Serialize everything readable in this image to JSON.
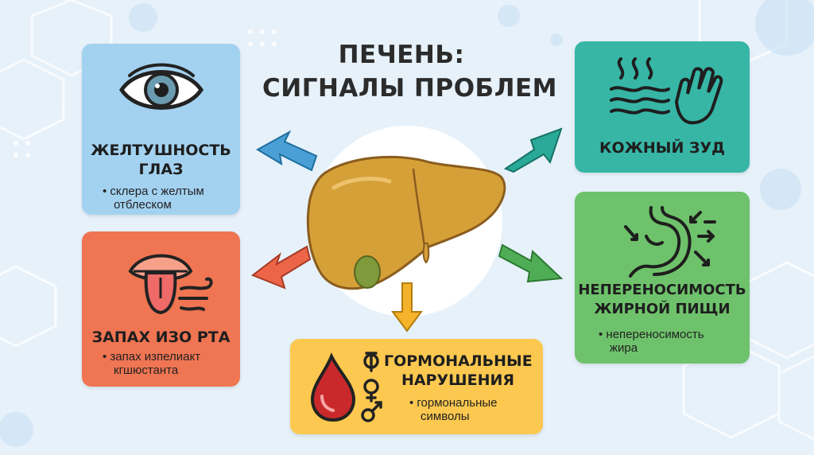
{
  "title": {
    "line1": "ПЕЧЕНЬ:",
    "line2": "СИГНАЛЫ ПРОБЛЕМ"
  },
  "center": {
    "icon": "liver-icon"
  },
  "cards": {
    "eye": {
      "icon": "eye-icon",
      "title_line1": "ЖЕЛТУШНОСТЬ",
      "title_line2": "ГЛАЗ",
      "bullet_line1": "• склера с желтым",
      "bullet_line2": "отблеском",
      "color": "#a3d2f0"
    },
    "mouth": {
      "icon": "mouth-tongue-icon",
      "title": "ЗАПАХ ИЗО РТА",
      "bullet_line1": "• запах изпелиакт",
      "bullet_line2": "кгшюстанта",
      "color": "#f07553"
    },
    "skin": {
      "icon": "itch-hand-icon",
      "title": "КОЖНЫЙ ЗУД",
      "color": "#37b6a6"
    },
    "fat": {
      "icon": "stomach-icon",
      "title_line1": "НЕПЕРЕНОСИМОСТЬ",
      "title_line2": "ЖИРНОЙ ПИЩИ",
      "bullet_line1": "• непереносимость",
      "bullet_line2": "жира",
      "color": "#6ec26b"
    },
    "horm": {
      "icon": "blood-drop-gender-symbols-icon",
      "title_line1": "ГОРМОНАЛЬНЫЕ",
      "title_line2": "НАРУШЕНИЯ",
      "bullet_line1": "• гормональные",
      "bullet_line2": "символы",
      "color": "#fcc84f"
    }
  },
  "arrows": {
    "eye": "#4a9fd4",
    "mouth": "#ec6548",
    "skin": "#2aa999",
    "fat": "#4fae55",
    "horm": "#f4b32b"
  }
}
